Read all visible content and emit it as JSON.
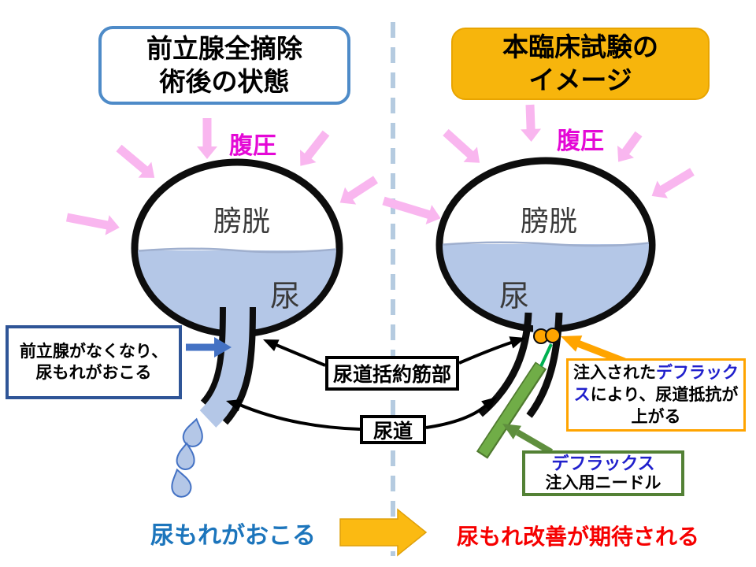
{
  "left": {
    "title_line1": "前立腺全摘除",
    "title_line2": "術後の状態",
    "pressure": "腹圧",
    "bladder": "膀胱",
    "urine": "尿",
    "callout_line1": "前立腺がなくなり、",
    "callout_line2": "尿もれがおこる",
    "outcome": "尿もれがおこる"
  },
  "right": {
    "title_line1": "本臨床試験の",
    "title_line2": "イメージ",
    "pressure": "腹圧",
    "bladder": "膀胱",
    "urine": "尿",
    "injection_pre": "注入された",
    "injection_highlight": "デフラックス",
    "injection_post": "により、尿道抵抗が上がる",
    "needle_line1": "デフラックス",
    "needle_line2": "注入用ニードル",
    "outcome": "尿もれ改善が期待される"
  },
  "center": {
    "sphincter": "尿道括約筋部",
    "urethra": "尿道"
  },
  "colors": {
    "pressure_text": "#E408D6",
    "pink_arrow": "#F9B6EF",
    "urine_fill": "#B4C7E7",
    "divider": "#B5CBE0",
    "title_border_blue": "#4E8BC8",
    "title_fill_gold": "#F7B50C",
    "callout_border_blue": "#2F5597",
    "callout_arrow_blue": "#4472C4",
    "orange": "#FFA400",
    "injection_dot_orange": "#FFA500",
    "needle_green": "#70AD47",
    "needle_tip_green": "#00B050",
    "green_border": "#538135",
    "deflux_text_blue": "#2020CC",
    "outcome_blue": "#1C75BC",
    "outcome_red": "#F60000",
    "gold_arrow": "#FBBA12"
  }
}
